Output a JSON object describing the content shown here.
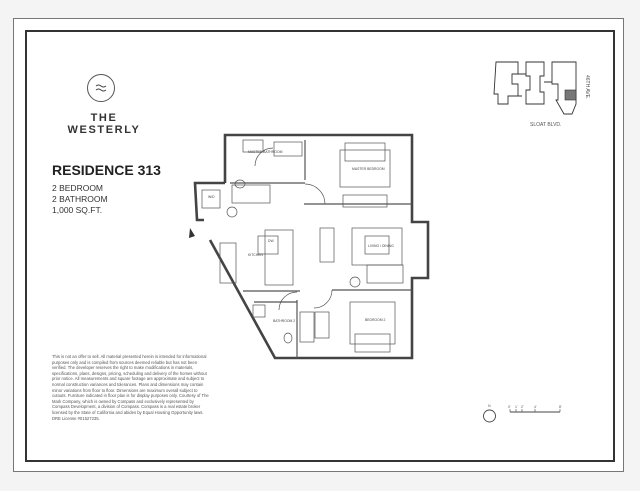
{
  "brand": {
    "name": "THE WESTERLY",
    "logo_icon": "waves-icon"
  },
  "residence": {
    "title": "RESIDENCE 313",
    "bedrooms": "2 BEDROOM",
    "bathrooms": "2 BATHROOM",
    "area": "1,000 SQ.FT."
  },
  "disclaimer": "This is not an offer to sell. All material presented herein is intended for informational purposes only and is compiled from sources deemed reliable but has not been verified. The developer reserves the right to make modifications in materials, specifications, plans, designs, pricing, scheduling and delivery of the homes without prior notice. All measurements and square footage are approximate and subject to normal construction variances and tolerances. Plans and dimensions may contain minor variations from floor to floor. Dimensions are maximum overall subject to cutouts. Furniture indicated in floor plan is for display purposes only. Courtesy of The Mark Company, which is owned by Compass and exclusively represented by Compass Development, a division of Compass. Compass is a real estate broker licensed by the State of California and abides by Equal Housing Opportunity laws. DRE License #01527235.",
  "keyplan": {
    "street_bottom": "SLOAT BLVD.",
    "street_right": "46TH AVE."
  },
  "rooms": {
    "master_bathroom": "MASTER BATHROOM",
    "master_bedroom": "MASTER BEDROOM",
    "wd": "W/D",
    "kitchen": "KITCHEN",
    "dw": "DW",
    "living_dining": "LIVING / DINING",
    "bathroom2": "BATHROOM 2",
    "bedroom2": "BEDROOM 2"
  },
  "north": "N",
  "scale": [
    "0'",
    "1'",
    "2'",
    "4'",
    "8'"
  ]
}
